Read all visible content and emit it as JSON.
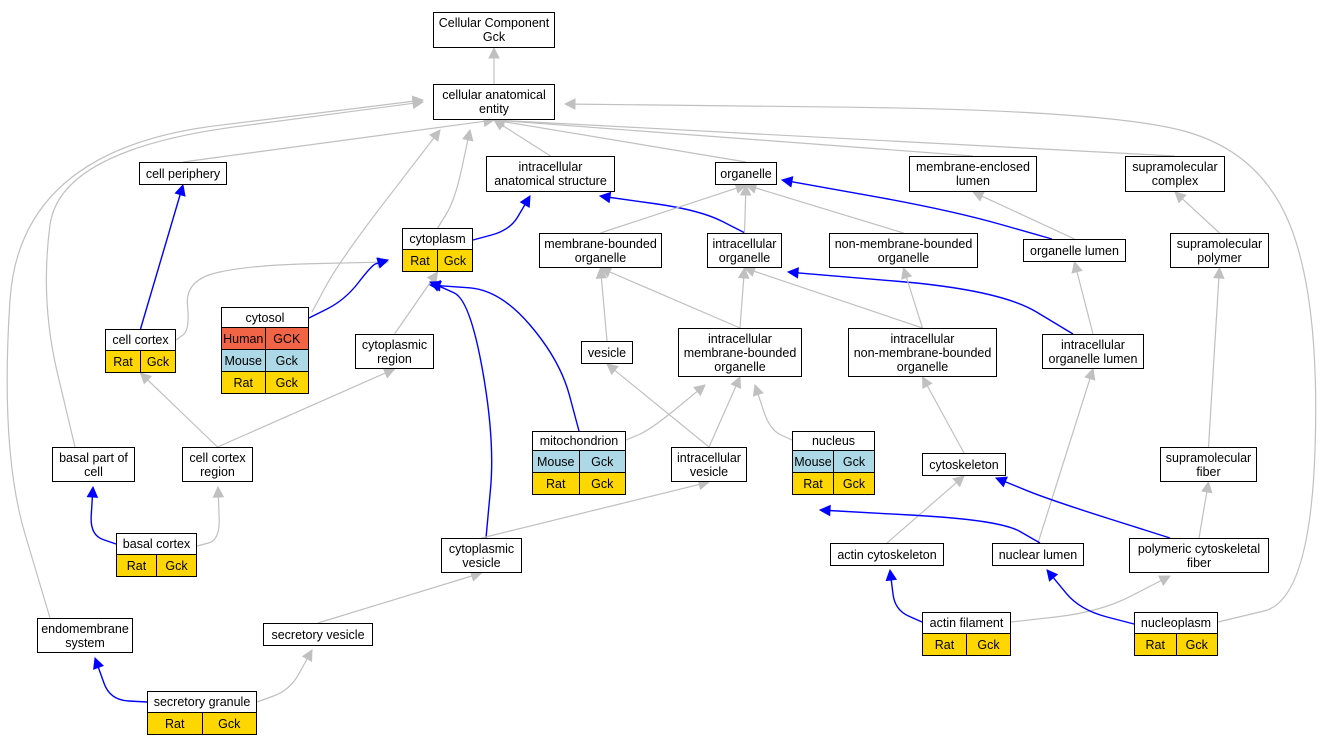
{
  "colors": {
    "is_a_edge": "#c0c0c0",
    "part_of_edge": "#0000ff",
    "human": "#f26446",
    "mouse": "#add8e6",
    "rat": "#ffd700"
  },
  "nodes": [
    {
      "id": "root",
      "label": "Cellular Component\nGck"
    },
    {
      "id": "cae",
      "label": "cellular anatomical\nentity"
    },
    {
      "id": "cellper",
      "label": "cell periphery"
    },
    {
      "id": "ias",
      "label": "intracellular\nanatomical structure"
    },
    {
      "id": "organelle",
      "label": "organelle"
    },
    {
      "id": "mel",
      "label": "membrane-enclosed\nlumen"
    },
    {
      "id": "smc",
      "label": "supramolecular\ncomplex"
    },
    {
      "id": "cytoplasm",
      "label": "cytoplasm",
      "rows": [
        [
          "Rat",
          "Gck"
        ]
      ]
    },
    {
      "id": "mbo",
      "label": "membrane-bounded\norganelle"
    },
    {
      "id": "io",
      "label": "intracellular\norganelle"
    },
    {
      "id": "nmbo",
      "label": "non-membrane-bounded\norganelle"
    },
    {
      "id": "ol",
      "label": "organelle lumen"
    },
    {
      "id": "smp",
      "label": "supramolecular\npolymer"
    },
    {
      "id": "cellcortex",
      "label": "cell cortex",
      "rows": [
        [
          "Rat",
          "Gck"
        ]
      ]
    },
    {
      "id": "cytosol",
      "label": "cytosol",
      "rows": [
        [
          "Human",
          "GCK"
        ],
        [
          "Mouse",
          "Gck"
        ],
        [
          "Rat",
          "Gck"
        ]
      ]
    },
    {
      "id": "cytreg",
      "label": "cytoplasmic\nregion"
    },
    {
      "id": "vesicle",
      "label": "vesicle"
    },
    {
      "id": "imbo",
      "label": "intracellular\nmembrane-bounded\norganelle"
    },
    {
      "id": "inmbo",
      "label": "intracellular\nnon-membrane-bounded\norganelle"
    },
    {
      "id": "iol",
      "label": "intracellular\norganelle lumen"
    },
    {
      "id": "basal",
      "label": "basal part of\ncell"
    },
    {
      "id": "ccr",
      "label": "cell cortex\nregion"
    },
    {
      "id": "mito",
      "label": "mitochondrion",
      "rows": [
        [
          "Mouse",
          "Gck"
        ],
        [
          "Rat",
          "Gck"
        ]
      ]
    },
    {
      "id": "iv",
      "label": "intracellular\nvesicle"
    },
    {
      "id": "nucleus",
      "label": "nucleus",
      "rows": [
        [
          "Mouse",
          "Gck"
        ],
        [
          "Rat",
          "Gck"
        ]
      ]
    },
    {
      "id": "cytoskel",
      "label": "cytoskeleton"
    },
    {
      "id": "smf",
      "label": "supramolecular\nfiber"
    },
    {
      "id": "basalcortex",
      "label": "basal cortex",
      "rows": [
        [
          "Rat",
          "Gck"
        ]
      ]
    },
    {
      "id": "cytves",
      "label": "cytoplasmic\nvesicle"
    },
    {
      "id": "actincsk",
      "label": "actin cytoskeleton"
    },
    {
      "id": "nuclumen",
      "label": "nuclear lumen"
    },
    {
      "id": "pcf",
      "label": "polymeric cytoskeletal\nfiber"
    },
    {
      "id": "endomem",
      "label": "endomembrane\nsystem"
    },
    {
      "id": "secves",
      "label": "secretory vesicle"
    },
    {
      "id": "actinfil",
      "label": "actin filament",
      "rows": [
        [
          "Rat",
          "Gck"
        ]
      ]
    },
    {
      "id": "nucleoplasm",
      "label": "nucleoplasm",
      "rows": [
        [
          "Rat",
          "Gck"
        ]
      ]
    },
    {
      "id": "secgran",
      "label": "secretory granule",
      "rows": [
        [
          "Rat",
          "Gck"
        ]
      ]
    }
  ],
  "edges": [
    {
      "from": "cae",
      "to": "root",
      "type": "is_a"
    },
    {
      "from": "cellper",
      "to": "cae",
      "type": "is_a"
    },
    {
      "from": "ias",
      "to": "cae",
      "type": "is_a"
    },
    {
      "from": "organelle",
      "to": "cae",
      "type": "is_a"
    },
    {
      "from": "mel",
      "to": "cae",
      "type": "is_a"
    },
    {
      "from": "smc",
      "to": "cae",
      "type": "is_a"
    },
    {
      "from": "cytoplasm",
      "to": "cae",
      "type": "is_a"
    },
    {
      "from": "cytosol",
      "to": "cae",
      "type": "is_a"
    },
    {
      "from": "basal",
      "to": "cae",
      "type": "is_a"
    },
    {
      "from": "endomem",
      "to": "cae",
      "type": "is_a"
    },
    {
      "from": "nucleoplasm",
      "to": "cae",
      "type": "is_a"
    },
    {
      "from": "cytoplasm",
      "to": "ias",
      "type": "part_of"
    },
    {
      "from": "io",
      "to": "ias",
      "type": "part_of"
    },
    {
      "from": "cellcortex",
      "to": "cellper",
      "type": "part_of"
    },
    {
      "from": "mbo",
      "to": "organelle",
      "type": "is_a"
    },
    {
      "from": "io",
      "to": "organelle",
      "type": "is_a"
    },
    {
      "from": "nmbo",
      "to": "organelle",
      "type": "is_a"
    },
    {
      "from": "ol",
      "to": "organelle",
      "type": "part_of"
    },
    {
      "from": "ol",
      "to": "mel",
      "type": "is_a"
    },
    {
      "from": "smp",
      "to": "smc",
      "type": "is_a"
    },
    {
      "from": "cellcortex",
      "to": "cytoplasm",
      "type": "is_a"
    },
    {
      "from": "cytosol",
      "to": "cytoplasm",
      "type": "part_of"
    },
    {
      "from": "cytreg",
      "to": "cytoplasm",
      "type": "is_a"
    },
    {
      "from": "mito",
      "to": "cytoplasm",
      "type": "part_of"
    },
    {
      "from": "cytves",
      "to": "cytoplasm",
      "type": "part_of"
    },
    {
      "from": "vesicle",
      "to": "mbo",
      "type": "is_a"
    },
    {
      "from": "imbo",
      "to": "mbo",
      "type": "is_a"
    },
    {
      "from": "imbo",
      "to": "io",
      "type": "is_a"
    },
    {
      "from": "inmbo",
      "to": "io",
      "type": "is_a"
    },
    {
      "from": "iol",
      "to": "io",
      "type": "part_of"
    },
    {
      "from": "inmbo",
      "to": "nmbo",
      "type": "is_a"
    },
    {
      "from": "iol",
      "to": "ol",
      "type": "is_a"
    },
    {
      "from": "smf",
      "to": "smp",
      "type": "is_a"
    },
    {
      "from": "ccr",
      "to": "cellcortex",
      "type": "is_a"
    },
    {
      "from": "ccr",
      "to": "cytreg",
      "type": "is_a"
    },
    {
      "from": "iv",
      "to": "vesicle",
      "type": "is_a"
    },
    {
      "from": "mito",
      "to": "imbo",
      "type": "is_a"
    },
    {
      "from": "iv",
      "to": "imbo",
      "type": "is_a"
    },
    {
      "from": "nucleus",
      "to": "imbo",
      "type": "is_a"
    },
    {
      "from": "cytoskel",
      "to": "inmbo",
      "type": "is_a"
    },
    {
      "from": "nuclumen",
      "to": "iol",
      "type": "is_a"
    },
    {
      "from": "basalcortex",
      "to": "basal",
      "type": "part_of"
    },
    {
      "from": "basalcortex",
      "to": "ccr",
      "type": "is_a"
    },
    {
      "from": "cytves",
      "to": "iv",
      "type": "is_a"
    },
    {
      "from": "actincsk",
      "to": "cytoskel",
      "type": "is_a"
    },
    {
      "from": "pcf",
      "to": "cytoskel",
      "type": "part_of"
    },
    {
      "from": "pcf",
      "to": "smf",
      "type": "is_a"
    },
    {
      "from": "nuclumen",
      "to": "nucleus",
      "type": "part_of"
    },
    {
      "from": "actinfil",
      "to": "actincsk",
      "type": "part_of"
    },
    {
      "from": "actinfil",
      "to": "pcf",
      "type": "is_a"
    },
    {
      "from": "nucleoplasm",
      "to": "nuclumen",
      "type": "part_of"
    },
    {
      "from": "secves",
      "to": "cytves",
      "type": "is_a"
    },
    {
      "from": "secgran",
      "to": "endomem",
      "type": "part_of"
    },
    {
      "from": "secgran",
      "to": "secves",
      "type": "is_a"
    }
  ]
}
